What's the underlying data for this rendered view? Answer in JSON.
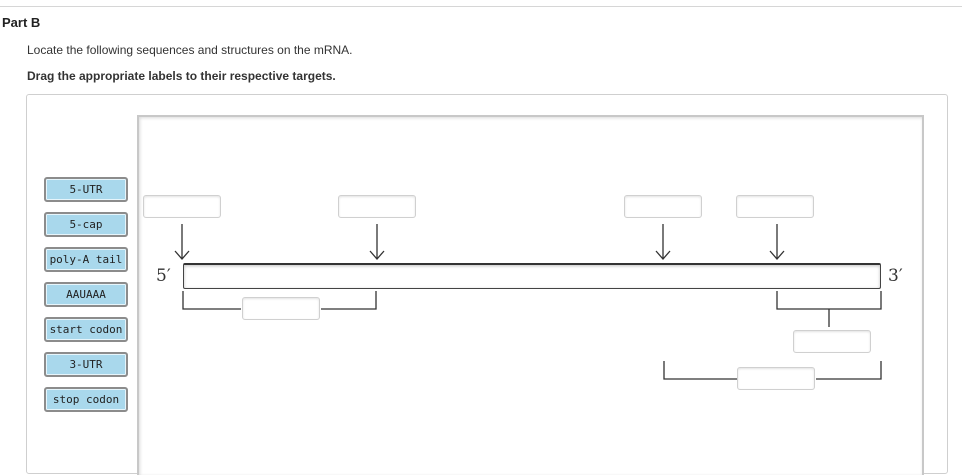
{
  "header": {
    "part_title": "Part B",
    "instruction": "Locate the following sequences and structures on the mRNA.",
    "drag_instruction": "Drag the appropriate labels to their respective targets."
  },
  "labels": [
    {
      "text": "5-UTR"
    },
    {
      "text": "5-cap"
    },
    {
      "text": "poly-A tail"
    },
    {
      "text": "AAUAAA"
    },
    {
      "text": "start codon"
    },
    {
      "text": "3-UTR"
    },
    {
      "text": "stop codon"
    }
  ],
  "diagram": {
    "five_prime": "5′",
    "three_prime": "3′"
  },
  "colors": {
    "label_fill": "#a9d8ec",
    "label_border": "#8c8c8c",
    "line": "#333333"
  }
}
